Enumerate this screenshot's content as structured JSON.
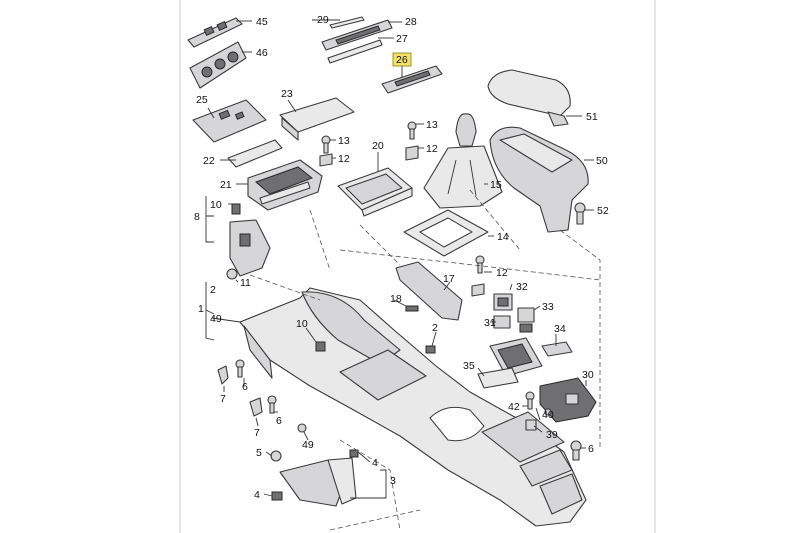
{
  "diagram": {
    "highlighted_callout": "26",
    "colors": {
      "highlight": "#f3e169",
      "part_fill": "#e9e9ea",
      "outline": "#3a3a3a"
    },
    "callouts": [
      {
        "id": "c45",
        "text": "45"
      },
      {
        "id": "c46",
        "text": "46"
      },
      {
        "id": "c29",
        "text": "29"
      },
      {
        "id": "c28",
        "text": "28"
      },
      {
        "id": "c27",
        "text": "27"
      },
      {
        "id": "c26",
        "text": "26"
      },
      {
        "id": "c51",
        "text": "51"
      },
      {
        "id": "c25",
        "text": "25"
      },
      {
        "id": "c23",
        "text": "23"
      },
      {
        "id": "c13a",
        "text": "13"
      },
      {
        "id": "c13b",
        "text": "13"
      },
      {
        "id": "c12a",
        "text": "12"
      },
      {
        "id": "c12b",
        "text": "12"
      },
      {
        "id": "c50",
        "text": "50"
      },
      {
        "id": "c22",
        "text": "22"
      },
      {
        "id": "c20",
        "text": "20"
      },
      {
        "id": "c15",
        "text": "15"
      },
      {
        "id": "c21",
        "text": "21"
      },
      {
        "id": "c10a",
        "text": "10"
      },
      {
        "id": "c8",
        "text": "8"
      },
      {
        "id": "c52",
        "text": "52"
      },
      {
        "id": "c14",
        "text": "14"
      },
      {
        "id": "c12c",
        "text": "12"
      },
      {
        "id": "c17",
        "text": "17"
      },
      {
        "id": "c11",
        "text": "11"
      },
      {
        "id": "c32",
        "text": "32"
      },
      {
        "id": "c2a",
        "text": "2"
      },
      {
        "id": "c1",
        "text": "1"
      },
      {
        "id": "c18",
        "text": "18"
      },
      {
        "id": "c33",
        "text": "33"
      },
      {
        "id": "c49a",
        "text": "49"
      },
      {
        "id": "c31",
        "text": "31"
      },
      {
        "id": "c10b",
        "text": "10"
      },
      {
        "id": "c2b",
        "text": "2"
      },
      {
        "id": "c34",
        "text": "34"
      },
      {
        "id": "c6a",
        "text": "6"
      },
      {
        "id": "c35",
        "text": "35"
      },
      {
        "id": "c30",
        "text": "30"
      },
      {
        "id": "c7a",
        "text": "7"
      },
      {
        "id": "c6b",
        "text": "6"
      },
      {
        "id": "c42",
        "text": "42"
      },
      {
        "id": "c7b",
        "text": "7"
      },
      {
        "id": "c40",
        "text": "40"
      },
      {
        "id": "c39",
        "text": "39"
      },
      {
        "id": "c49b",
        "text": "49"
      },
      {
        "id": "c6c",
        "text": "6"
      },
      {
        "id": "c5",
        "text": "5"
      },
      {
        "id": "c4a",
        "text": "4"
      },
      {
        "id": "c3",
        "text": "3"
      },
      {
        "id": "c4b",
        "text": "4"
      }
    ]
  }
}
